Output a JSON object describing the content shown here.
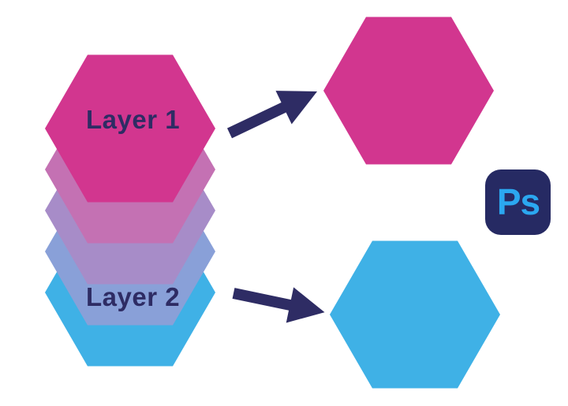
{
  "background_color": "#ffffff",
  "colors": {
    "magenta": "#d2368f",
    "blend_pink": "#c471b3",
    "blend_purple": "#a78cc8",
    "blend_periwinkle": "#89a0d8",
    "blue": "#3fb1e6",
    "arrow": "#2e2c64",
    "label_text": "#2e2c64",
    "ps_badge_bg": "#262a63",
    "ps_badge_text": "#2ba7f0"
  },
  "stack": {
    "layer1_label": "Layer 1",
    "layer2_label": "Layer 2",
    "hexagons": [
      {
        "name": "layer-1-top",
        "color": "#d2368f"
      },
      {
        "name": "blend-1",
        "color": "#c471b3"
      },
      {
        "name": "blend-2",
        "color": "#a78cc8"
      },
      {
        "name": "blend-3",
        "color": "#89a0d8"
      },
      {
        "name": "layer-2-bottom",
        "color": "#3fb1e6"
      }
    ]
  },
  "results": {
    "top_hexagon_color": "#d2368f",
    "bottom_hexagon_color": "#3fb1e6"
  },
  "ps_badge": {
    "label": "Ps"
  }
}
